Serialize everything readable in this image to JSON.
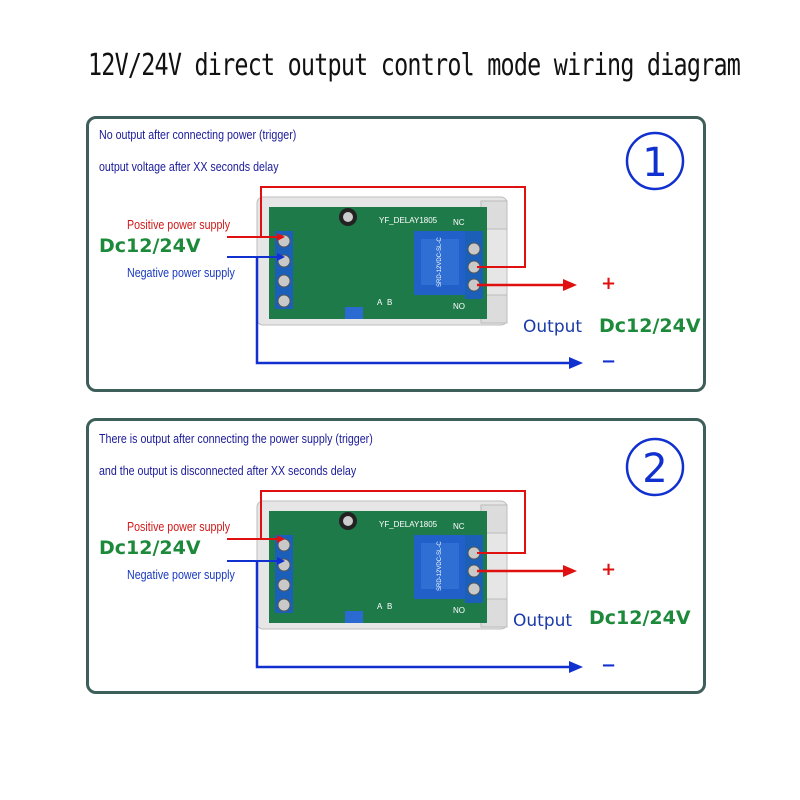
{
  "title": "12V/24V direct output control mode wiring diagram",
  "panels": [
    {
      "number": "1",
      "line1": "No output after connecting power (trigger)",
      "line2": "output voltage after XX seconds delay",
      "positive_label": "Positive power supply",
      "input_voltage": "Dc12/24V",
      "negative_label": "Negative power supply",
      "output_word": "Output",
      "output_voltage": "Dc12/24V",
      "plus": "+",
      "minus": "−",
      "board_model": "YF_DELAY1805",
      "relay_model": "SRD-12VDC-SL-C",
      "terminal_nc": "NC",
      "terminal_no": "NO",
      "pin_a": "A",
      "pin_b": "B"
    },
    {
      "number": "2",
      "line1": "There is output after connecting the power supply (trigger)",
      "line2": "and the output is disconnected after XX seconds delay",
      "positive_label": "Positive power supply",
      "input_voltage": "Dc12/24V",
      "negative_label": "Negative power supply",
      "output_word": "Output",
      "output_voltage": "Dc12/24V",
      "plus": "+",
      "minus": "−",
      "board_model": "YF_DELAY1805",
      "relay_model": "SRD-12VDC-SL-C",
      "terminal_nc": "NC",
      "terminal_no": "NO",
      "pin_a": "A",
      "pin_b": "B"
    }
  ],
  "colors": {
    "positive": "#e01010",
    "negative": "#1030d0",
    "pcb": "#1f7a4a",
    "relay": "#2060c8",
    "terminal": "#1b5fb8",
    "frame": "#3e5e5a"
  }
}
